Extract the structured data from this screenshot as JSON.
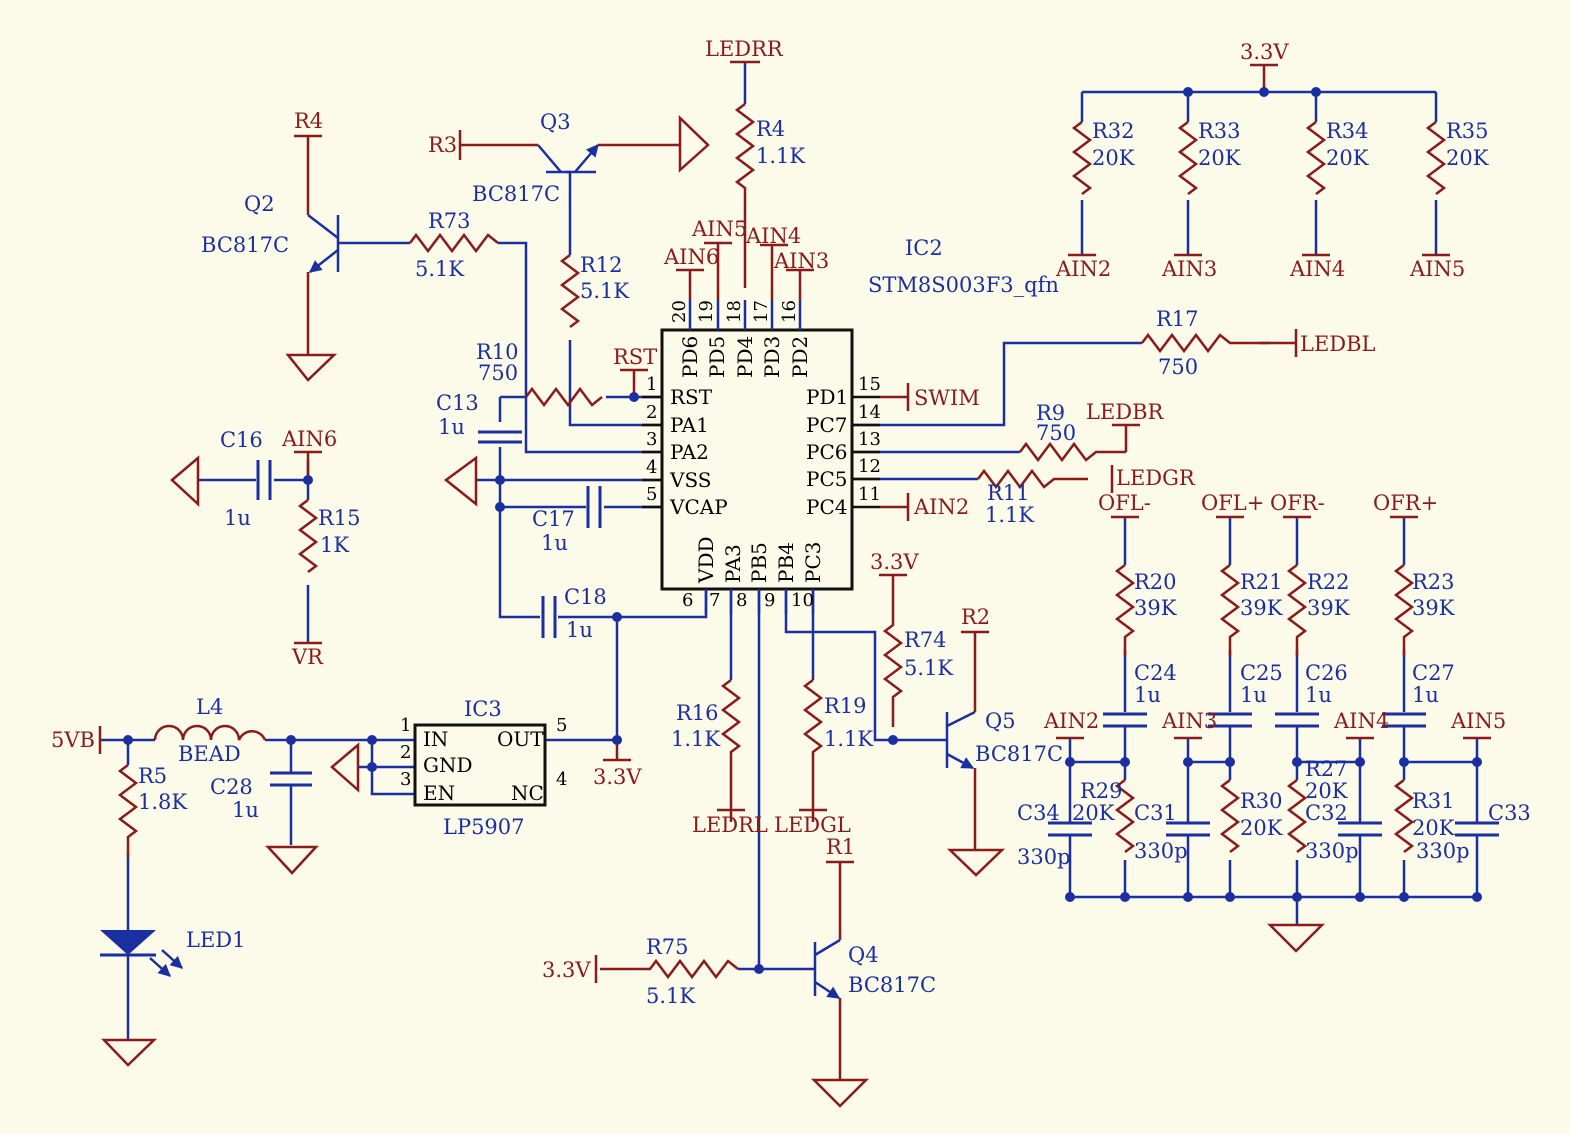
{
  "colors": {
    "wire": "#1a2fa0",
    "net": "#7a1010",
    "component": "#1a2fa0",
    "background": "#fcfae9"
  },
  "ic2": {
    "ref": "IC2",
    "part": "STM8S003F3_qfn",
    "left_pins": [
      {
        "num": "1",
        "name": "RST"
      },
      {
        "num": "2",
        "name": "PA1"
      },
      {
        "num": "3",
        "name": "PA2"
      },
      {
        "num": "4",
        "name": "VSS"
      },
      {
        "num": "5",
        "name": "VCAP"
      }
    ],
    "right_pins": [
      {
        "num": "15",
        "name": "PD1"
      },
      {
        "num": "14",
        "name": "PC7"
      },
      {
        "num": "13",
        "name": "PC6"
      },
      {
        "num": "12",
        "name": "PC5"
      },
      {
        "num": "11",
        "name": "PC4"
      }
    ],
    "top_pins": [
      {
        "num": "20",
        "name": "PD6"
      },
      {
        "num": "19",
        "name": "PD5"
      },
      {
        "num": "18",
        "name": "PD4"
      },
      {
        "num": "17",
        "name": "PD3"
      },
      {
        "num": "16",
        "name": "PD2"
      }
    ],
    "bottom_pins": [
      {
        "num": "6",
        "name": "VDD"
      },
      {
        "num": "7",
        "name": "PA3"
      },
      {
        "num": "8",
        "name": "PB5"
      },
      {
        "num": "9",
        "name": "PB4"
      },
      {
        "num": "10",
        "name": "PC3"
      }
    ]
  },
  "ic3": {
    "ref": "IC3",
    "part": "LP5907",
    "pins": [
      {
        "num": "1",
        "name": "IN"
      },
      {
        "num": "2",
        "name": "GND"
      },
      {
        "num": "3",
        "name": "EN"
      },
      {
        "num": "5",
        "name": "OUT"
      },
      {
        "num": "4",
        "name": "NC"
      }
    ]
  },
  "components": [
    {
      "id": "q2",
      "ref": "Q2",
      "value": "BC817C"
    },
    {
      "id": "q3",
      "ref": "Q3",
      "value": "BC817C"
    },
    {
      "id": "q4",
      "ref": "Q4",
      "value": "BC817C"
    },
    {
      "id": "q5",
      "ref": "Q5",
      "value": "BC817C"
    },
    {
      "id": "r4",
      "ref": "R4",
      "value": "1.1K"
    },
    {
      "id": "r73",
      "ref": "R73",
      "value": "5.1K"
    },
    {
      "id": "r12",
      "ref": "R12",
      "value": "5.1K"
    },
    {
      "id": "r10",
      "ref": "R10",
      "value": "750"
    },
    {
      "id": "r15",
      "ref": "R15",
      "value": "1K"
    },
    {
      "id": "r17",
      "ref": "R17",
      "value": "750"
    },
    {
      "id": "r9",
      "ref": "R9",
      "value": "750"
    },
    {
      "id": "r11",
      "ref": "R11",
      "value": "1.1K"
    },
    {
      "id": "r16",
      "ref": "R16",
      "value": "1.1K"
    },
    {
      "id": "r19",
      "ref": "R19",
      "value": "1.1K"
    },
    {
      "id": "r74",
      "ref": "R74",
      "value": "5.1K"
    },
    {
      "id": "r75",
      "ref": "R75",
      "value": "5.1K"
    },
    {
      "id": "r5",
      "ref": "R5",
      "value": "1.8K"
    },
    {
      "id": "r32",
      "ref": "R32",
      "value": "20K"
    },
    {
      "id": "r33",
      "ref": "R33",
      "value": "20K"
    },
    {
      "id": "r34",
      "ref": "R34",
      "value": "20K"
    },
    {
      "id": "r35",
      "ref": "R35",
      "value": "20K"
    },
    {
      "id": "r20",
      "ref": "R20",
      "value": "39K"
    },
    {
      "id": "r21",
      "ref": "R21",
      "value": "39K"
    },
    {
      "id": "r22",
      "ref": "R22",
      "value": "39K"
    },
    {
      "id": "r23",
      "ref": "R23",
      "value": "39K"
    },
    {
      "id": "r29",
      "ref": "R29",
      "value": "20K"
    },
    {
      "id": "r30",
      "ref": "R30",
      "value": "20K"
    },
    {
      "id": "r27",
      "ref": "R27",
      "value": "20K"
    },
    {
      "id": "r31",
      "ref": "R31",
      "value": "20K"
    },
    {
      "id": "c13",
      "ref": "C13",
      "value": "1u"
    },
    {
      "id": "c16",
      "ref": "C16",
      "value": "1u"
    },
    {
      "id": "c17",
      "ref": "C17",
      "value": "1u"
    },
    {
      "id": "c18",
      "ref": "C18",
      "value": "1u"
    },
    {
      "id": "c28",
      "ref": "C28",
      "value": "1u"
    },
    {
      "id": "c24",
      "ref": "C24",
      "value": "1u"
    },
    {
      "id": "c25",
      "ref": "C25",
      "value": "1u"
    },
    {
      "id": "c26",
      "ref": "C26",
      "value": "1u"
    },
    {
      "id": "c27",
      "ref": "C27",
      "value": "1u"
    },
    {
      "id": "c34",
      "ref": "C34",
      "value": "330p"
    },
    {
      "id": "c31",
      "ref": "C31",
      "value": "330p"
    },
    {
      "id": "c32",
      "ref": "C32",
      "value": "330p"
    },
    {
      "id": "c33",
      "ref": "C33",
      "value": "330p"
    },
    {
      "id": "l4",
      "ref": "L4",
      "value": "BEAD"
    },
    {
      "id": "led1",
      "ref": "LED1",
      "value": ""
    }
  ],
  "net_labels": {
    "ledrr": "LEDRR",
    "r4": "R4",
    "r3": "R3",
    "ain5_top": "AIN5",
    "ain4_top": "AIN4",
    "ain6_top": "AIN6",
    "ain3_top": "AIN3",
    "rst": "RST",
    "ain6_c16": "AIN6",
    "vr": "VR",
    "swim": "SWIM",
    "ledbl": "LEDBL",
    "ledbr": "LEDBR",
    "ledgr": "LEDGR",
    "ain2_pc4": "AIN2",
    "v33_top": "3.3V",
    "ain2_pu": "AIN2",
    "ain3_pu": "AIN3",
    "ain4_pu": "AIN4",
    "ain5_pu": "AIN5",
    "ofl_minus": "OFL-",
    "ofl_plus": "OFL+",
    "ofr_minus": "OFR-",
    "ofr_plus": "OFR+",
    "ain2_f": "AIN2",
    "ain3_f": "AIN3",
    "ain4_f": "AIN4",
    "ain5_f": "AIN5",
    "v33_q5": "3.3V",
    "r2": "R2",
    "r1": "R1",
    "v33_r75": "3.3V",
    "v33_ldo": "3.3V",
    "v5b": "5VB",
    "ledrl": "LEDRL",
    "ledgl": "LEDGL"
  }
}
